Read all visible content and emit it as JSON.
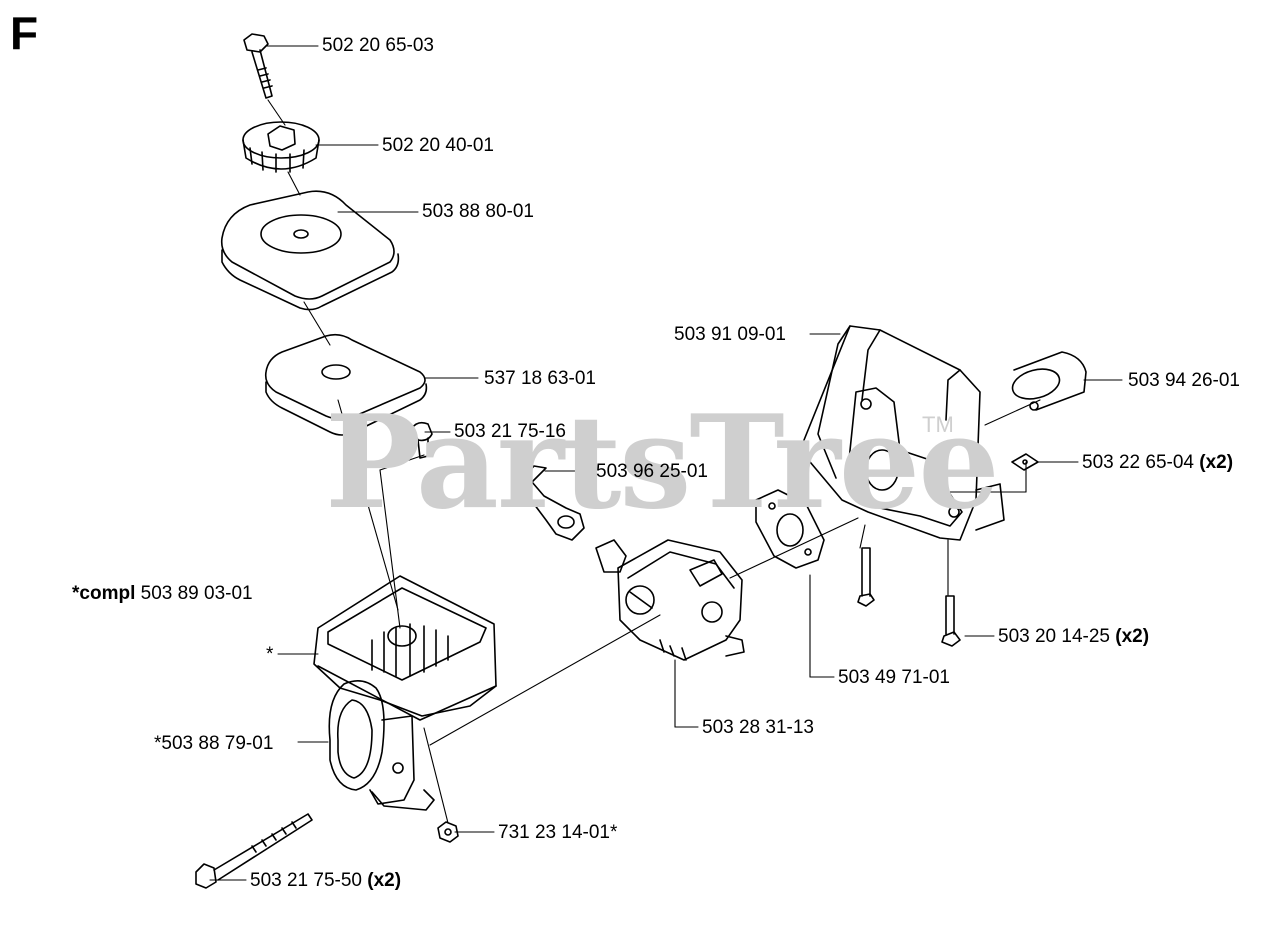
{
  "section_letter": "F",
  "watermark": {
    "text": "PartsTree",
    "trademark": "TM"
  },
  "labels": {
    "bolt_top": "502 20 65-03",
    "knob": "502 20 40-01",
    "filter_cover": "503 88 80-01",
    "filter": "537 18 63-01",
    "screw_small": "503 21 75-16",
    "lever": "503 96 25-01",
    "tank_cover": "503 91 09-01",
    "intake_tube": "503 94 26-01",
    "nut_square": "503 22 65-04",
    "nut_square_qty": "(x2)",
    "compl_prefix": "*compl",
    "compl_number": "503 89 03-01",
    "asterisk": "*",
    "grip": "*503 88 79-01",
    "long_bolt": "503 21 75-50",
    "long_bolt_qty": "(x2)",
    "nut_hex": "731 23 14-01*",
    "carburetor": "503 28 31-13",
    "gasket": "503 49 71-01",
    "screw_pair": "503 20 14-25",
    "screw_pair_qty": "(x2)"
  }
}
